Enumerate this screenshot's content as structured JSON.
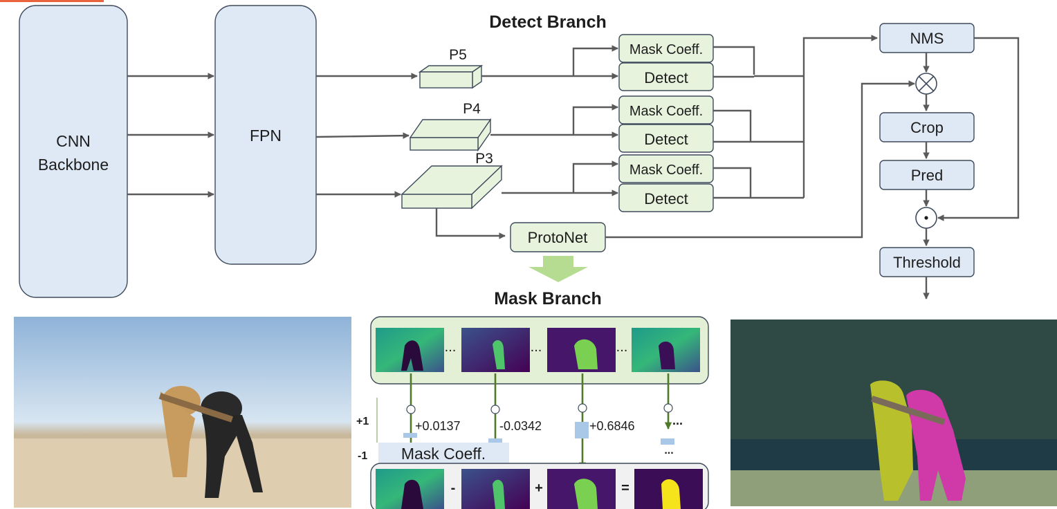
{
  "backbone": {
    "line1": "CNN",
    "line2": "Backbone"
  },
  "fpn": {
    "label": "FPN"
  },
  "detect_branch": {
    "title": "Detect Branch",
    "levels": [
      {
        "name": "P5",
        "mask_label": "Mask Coeff.",
        "detect_label": "Detect"
      },
      {
        "name": "P4",
        "mask_label": "Mask Coeff.",
        "detect_label": "Detect"
      },
      {
        "name": "P3",
        "mask_label": "Mask Coeff.",
        "detect_label": "Detect"
      }
    ]
  },
  "protonet": {
    "label": "ProtoNet"
  },
  "post": {
    "nms": "NMS",
    "crop": "Crop",
    "pred": "Pred",
    "threshold": "Threshold"
  },
  "mask_branch": {
    "title": "Mask Branch",
    "coefficients": [
      "+0.0137",
      "-0.0342",
      "+0.6846",
      "..."
    ],
    "ellipsis": "...",
    "axis_top": "+1",
    "axis_bottom": "-1",
    "coeff_label": "Mask Coeff.",
    "ops": [
      "-",
      "+",
      "="
    ]
  },
  "colors": {
    "block": "#dfe9f5",
    "green": "#e7f3dc",
    "wire": "#5a5a5a",
    "green_wire": "#4f7a2a",
    "arrow_fill": "#b6dc92"
  }
}
